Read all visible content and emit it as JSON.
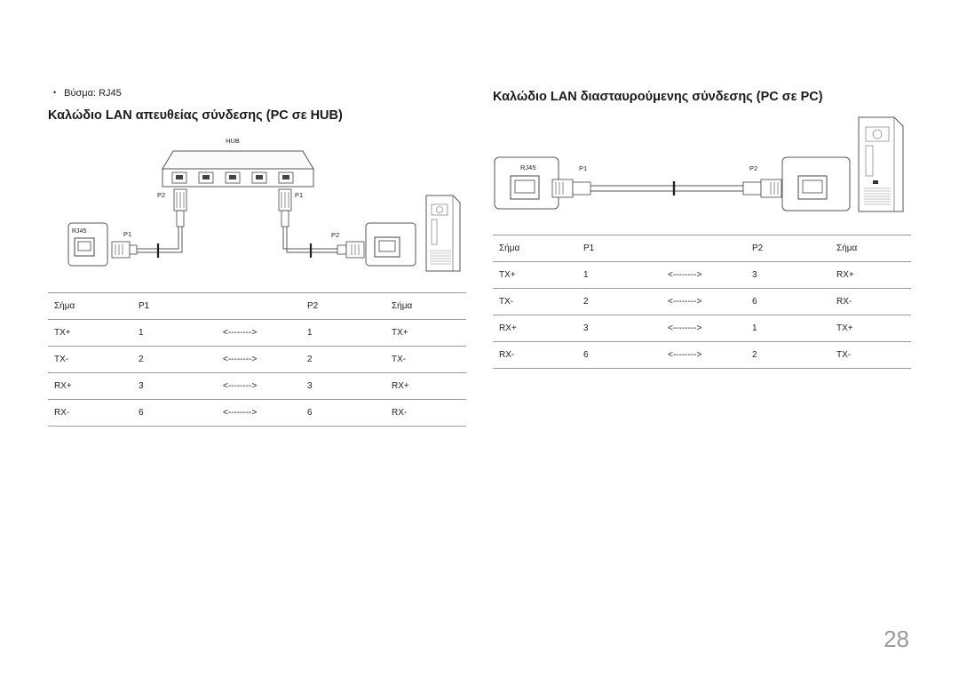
{
  "connector_line": {
    "bullet": "•",
    "text": "Βύσμα: RJ45"
  },
  "section_direct": {
    "title": "Καλώδιο LAN απευθείας σύνδεσης (PC σε HUB)",
    "diagram_labels": {
      "hub": "HUB",
      "rj45": "RJ45",
      "hub_port_left": "P2",
      "hub_port_right": "P1",
      "pc_side_plug": "P1",
      "computer_side_plug": "P2"
    },
    "table": {
      "headers": [
        "Σήμα",
        "P1",
        "",
        "P2",
        "Σήμα"
      ],
      "rows": [
        [
          "TX+",
          "1",
          "<-------->",
          "1",
          "TX+"
        ],
        [
          "TX-",
          "2",
          "<-------->",
          "2",
          "TX-"
        ],
        [
          "RX+",
          "3",
          "<-------->",
          "3",
          "RX+"
        ],
        [
          "RX-",
          "6",
          "<-------->",
          "6",
          "RX-"
        ]
      ]
    }
  },
  "section_cross": {
    "title": "Καλώδιο LAN διασταυρούμενης σύνδεσης (PC σε PC)",
    "diagram_labels": {
      "rj45": "RJ45",
      "plug_left": "P1",
      "plug_right": "P2"
    },
    "table": {
      "headers": [
        "Σήμα",
        "P1",
        "",
        "P2",
        "Σήμα"
      ],
      "rows": [
        [
          "TX+",
          "1",
          "<-------->",
          "3",
          "RX+"
        ],
        [
          "TX-",
          "2",
          "<-------->",
          "6",
          "RX-"
        ],
        [
          "RX+",
          "3",
          "<-------->",
          "1",
          "TX+"
        ],
        [
          "RX-",
          "6",
          "<-------->",
          "2",
          "TX-"
        ]
      ]
    }
  },
  "page_number": "28"
}
